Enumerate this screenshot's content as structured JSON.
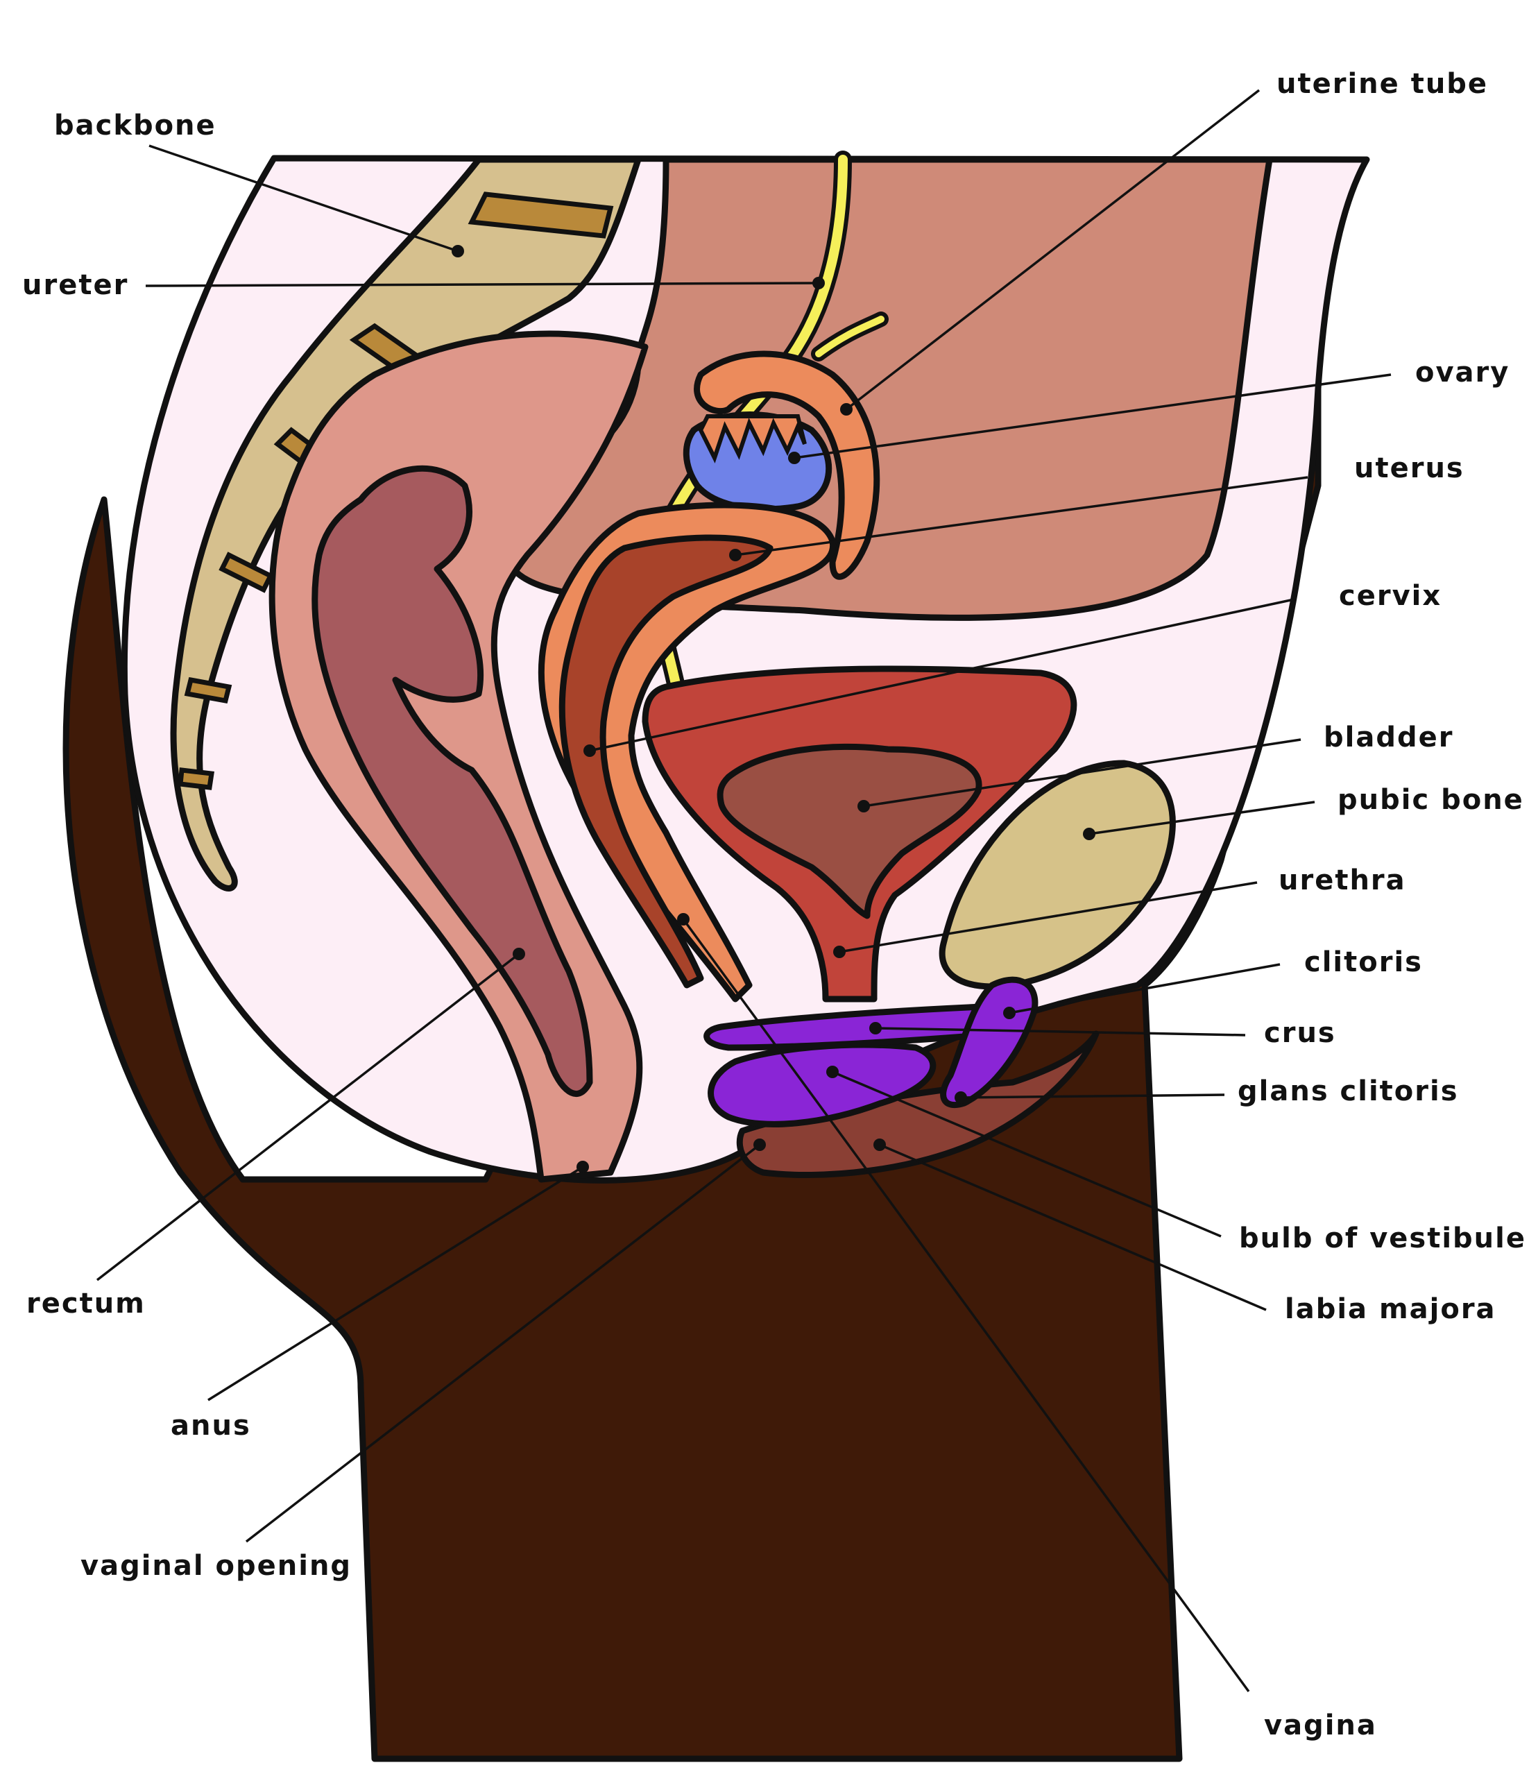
{
  "colors": {
    "background": "#ffffff",
    "skin": "#fdeef6",
    "body_dark": "#3f1a08",
    "backbone": "#d6c08e",
    "backbone_band": "#b9893a",
    "ureter": "#f5ef5a",
    "uterus_outer": "#ec8b5c",
    "uterus_inner": "#a8432a",
    "ovary": "#6f82e8",
    "intestine": "#de978a",
    "rectum_inner": "#a65a5e",
    "organ_top": "#cf8a78",
    "bladder": "#c1443a",
    "bladder_inner": "#9a4f43",
    "pubic_bone": "#d6c289",
    "clitoris": "#8a25d6",
    "labia": "#8a3f34",
    "text": "#111111"
  },
  "labels": {
    "backbone": "backbone",
    "ureter": "ureter",
    "uterine_tube": "uterine tube",
    "ovary": "ovary",
    "uterus": "uterus",
    "cervix": "cervix",
    "bladder": "bladder",
    "pubic_bone": "pubic bone",
    "urethra": "urethra",
    "clitoris": "clitoris",
    "crus": "crus",
    "glans_clitoris": "glans clitoris",
    "bulb_of_vestibule": "bulb of vestibule",
    "labia_majora": "labia majora",
    "rectum": "rectum",
    "anus": "anus",
    "vaginal_opening": "vaginal opening",
    "vagina": "vagina"
  }
}
